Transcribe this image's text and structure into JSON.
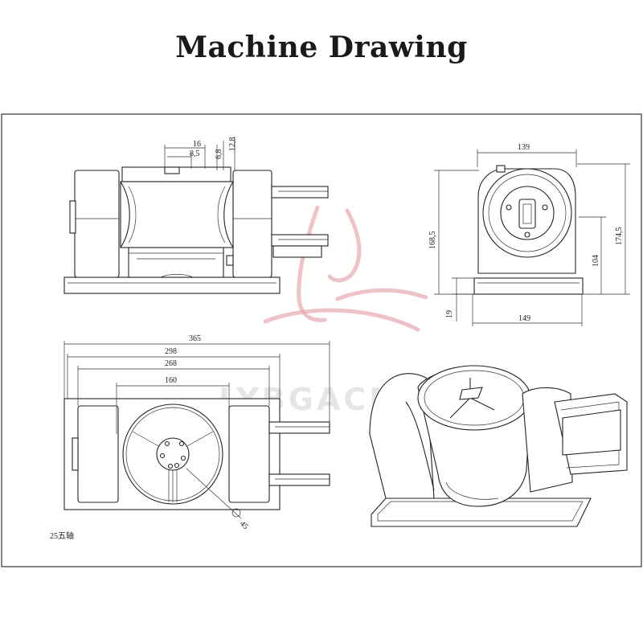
{
  "title": "Machine Drawing",
  "watermark": "LYBGACNC",
  "caption": "25五轴",
  "dimensions": {
    "front": {
      "d16": "16",
      "d85": "8,5",
      "d68": "6,8",
      "d128": "12,8"
    },
    "side": {
      "d139": "139",
      "d1685": "168,5",
      "d1745": "174,5",
      "d104": "104",
      "d19": "19",
      "d149": "149"
    },
    "top": {
      "d365": "365",
      "d298": "298",
      "d268": "268",
      "d160": "160",
      "d45": "45"
    }
  },
  "colors": {
    "line": "#222222",
    "watermark": "#e6a9b0",
    "frame": "#333333"
  }
}
